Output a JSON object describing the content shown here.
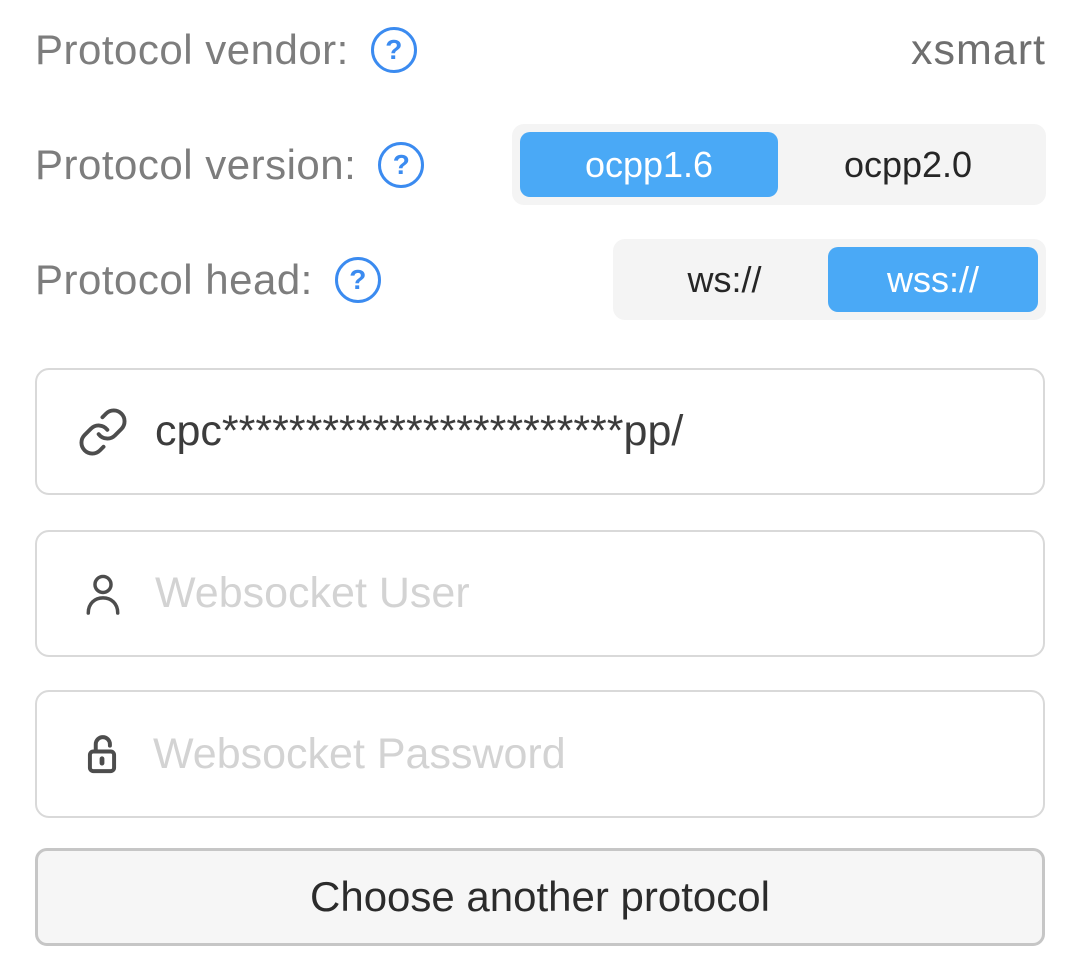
{
  "rows": {
    "vendor": {
      "label": "Protocol vendor:",
      "value": "xsmart"
    },
    "version": {
      "label": "Protocol version:",
      "options": [
        {
          "label": "ocpp1.6",
          "selected": true
        },
        {
          "label": "ocpp2.0",
          "selected": false
        }
      ]
    },
    "head": {
      "label": "Protocol head:",
      "options": [
        {
          "label": "ws://",
          "selected": false
        },
        {
          "label": "wss://",
          "selected": true
        }
      ]
    }
  },
  "icons": {
    "help_glyph": "?",
    "url_icon": "link-icon",
    "user_icon": "user-icon",
    "password_icon": "lock-icon"
  },
  "inputs": {
    "url": {
      "value": "cpc************************pp/",
      "masked": true
    },
    "user": {
      "value": "",
      "placeholder": "Websocket User"
    },
    "password": {
      "value": "",
      "placeholder": "Websocket Password"
    }
  },
  "button": {
    "label": "Choose another protocol"
  },
  "colors": {
    "accent_blue": "#4aa9f6",
    "help_blue": "#3b8bf0",
    "segment_bg": "#f4f4f4",
    "label_gray": "#7d7d7d",
    "value_gray": "#6f6f6f",
    "input_border": "#d9d9d9",
    "placeholder_gray": "#d3d3d3",
    "button_border": "#c6c6c6"
  }
}
